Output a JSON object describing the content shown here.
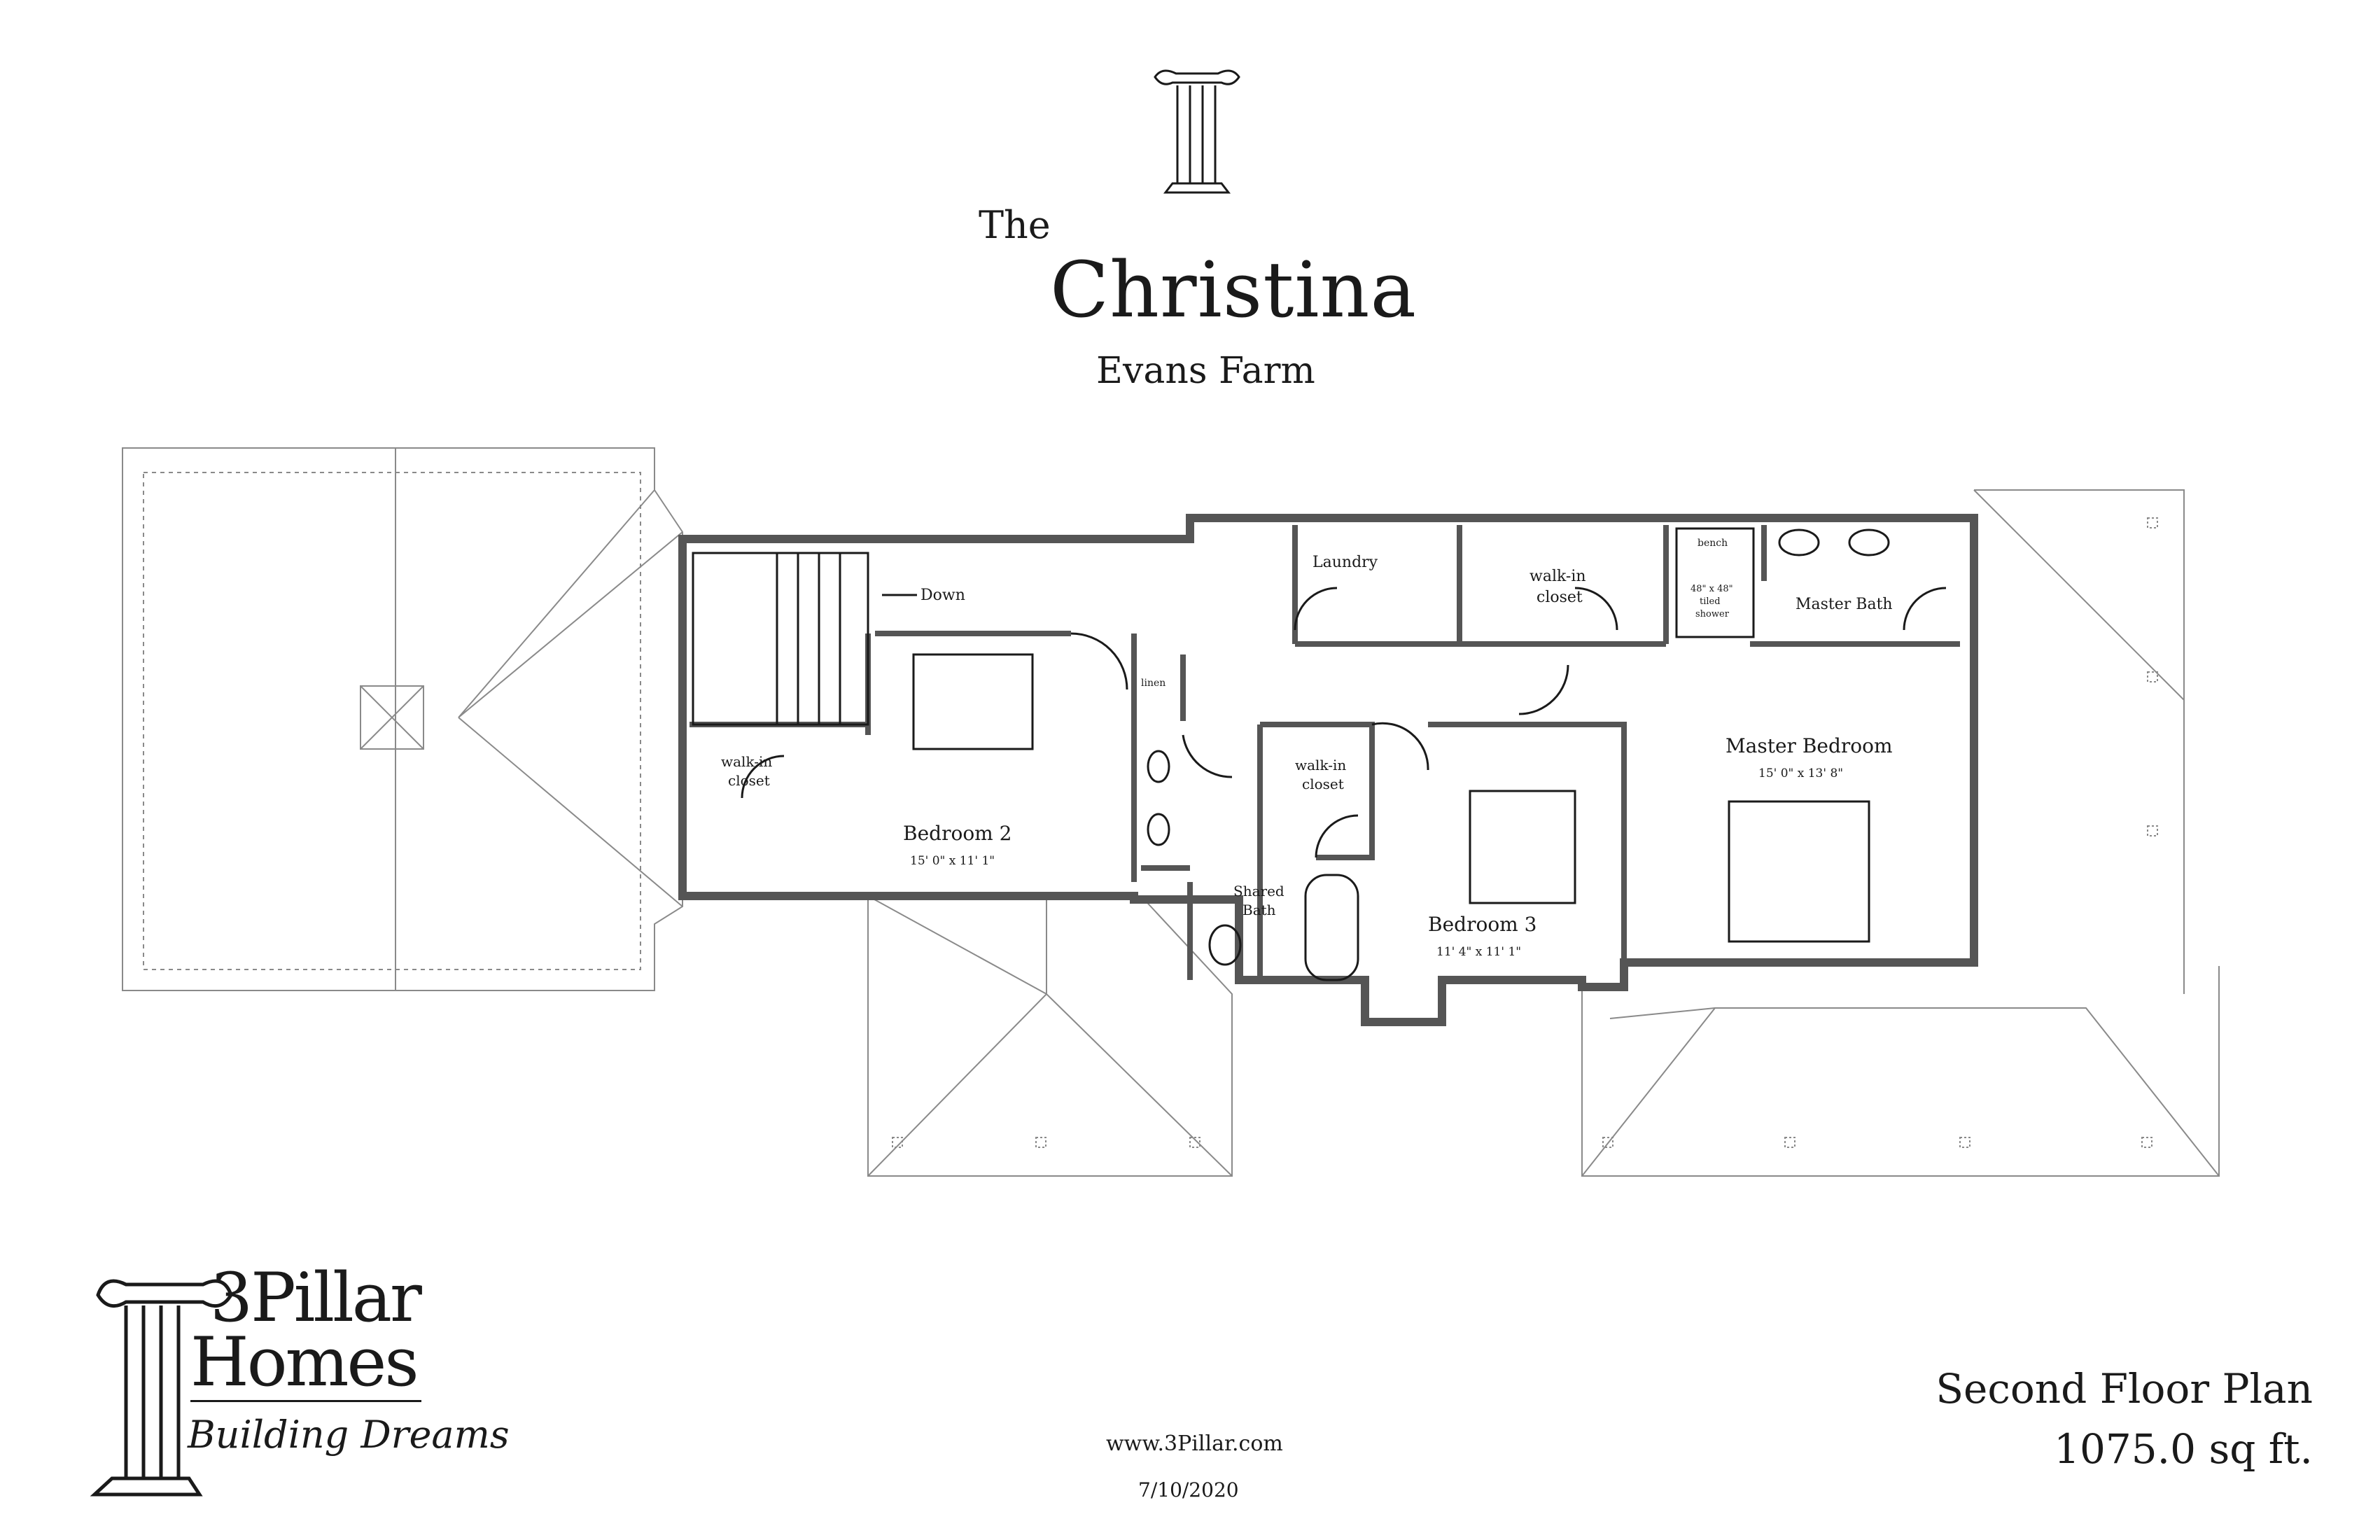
{
  "title": {
    "prefix": "The",
    "name": "Christina",
    "location": "Evans Farm"
  },
  "plan": {
    "name": "Second Floor Plan",
    "area": "1075.0 sq ft."
  },
  "footer": {
    "url": "www.3Pillar.com",
    "date": "7/10/2020"
  },
  "brand": {
    "line1": "3Pillar",
    "line2": "Homes",
    "tagline": "Building Dreams"
  },
  "rooms": {
    "down": "Down",
    "laundry": "Laundry",
    "walkin_top_1": "walk-in",
    "walkin_top_2": "closet",
    "bench": "bench",
    "shower_1": "48\" x 48\"",
    "shower_2": "tiled",
    "shower_3": "shower",
    "master_bath": "Master Bath",
    "linen": "linen",
    "walkin_b2_1": "walk-in",
    "walkin_b2_2": "closet",
    "bedroom2": "Bedroom 2",
    "bedroom2_dim": "15' 0\" x 11' 1\"",
    "walkin_b3_1": "walk-in",
    "walkin_b3_2": "closet",
    "shared_bath_1": "Shared",
    "shared_bath_2": "Bath",
    "bedroom3": "Bedroom 3",
    "bedroom3_dim": "11' 4\" x 11' 1\"",
    "master_bedroom": "Master Bedroom",
    "master_bedroom_dim": "15' 0\" x 13' 8\""
  },
  "colors": {
    "wall": "#555555",
    "line": "#1a1a1a",
    "roof": "#8a8a8a"
  }
}
